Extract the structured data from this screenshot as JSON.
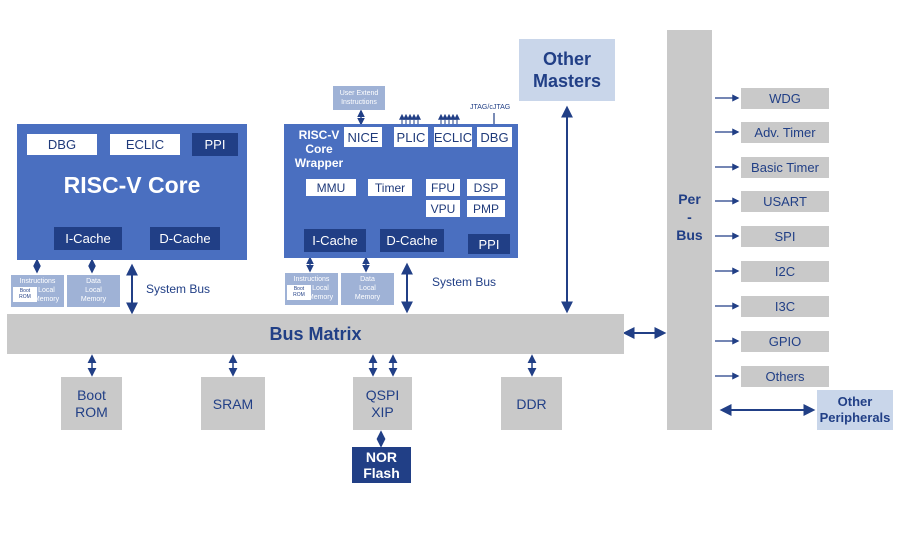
{
  "core1": {
    "top": [
      "DBG",
      "ECLIC",
      "PPI"
    ],
    "title": "RISC-V Core",
    "caches": [
      "I-Cache",
      "D-Cache"
    ],
    "mem1_l1": "Instructions",
    "mem1_l2": "Local",
    "mem1_l3": "Memory",
    "boot_tag": "Boot\nROM",
    "mem2": "Data\nLocal\nMemory",
    "bus_label": "System Bus"
  },
  "core2": {
    "user_ext": "User Extend\nInstructions",
    "jtag": "JTAG/cJTAG",
    "title": "RISC-V\nCore\nWrapper",
    "top": [
      "NICE",
      "PLIC",
      "ECLIC",
      "DBG"
    ],
    "units": [
      "MMU",
      "Timer",
      "FPU",
      "DSP",
      "VPU",
      "PMP"
    ],
    "caches": [
      "I-Cache",
      "D-Cache"
    ],
    "ppi": "PPI",
    "mem1_l1": "Instructions",
    "mem1_l2": "Local",
    "mem1_l3": "Memory",
    "boot_tag": "Boot\nROM",
    "mem2": "Data\nLocal\nMemory",
    "bus_label": "System Bus"
  },
  "other_masters": "Other\nMasters",
  "bus_matrix": "Bus Matrix",
  "slaves": {
    "boot_rom": "Boot\nROM",
    "sram": "SRAM",
    "qspi": "QSPI\nXIP",
    "ddr": "DDR",
    "nor": "NOR\nFlash"
  },
  "per_bus": "Per\n-\nBus",
  "peripherals": [
    "WDG",
    "Adv. Timer",
    "Basic Timer",
    "USART",
    "SPI",
    "I2C",
    "I3C",
    "GPIO",
    "Others"
  ],
  "other_peripherals": "Other\nPeripherals",
  "colors": {
    "core": "#4a6fc0",
    "dark": "#213f86",
    "grey": "#c9c9c9",
    "light": "#c9d6ea"
  }
}
